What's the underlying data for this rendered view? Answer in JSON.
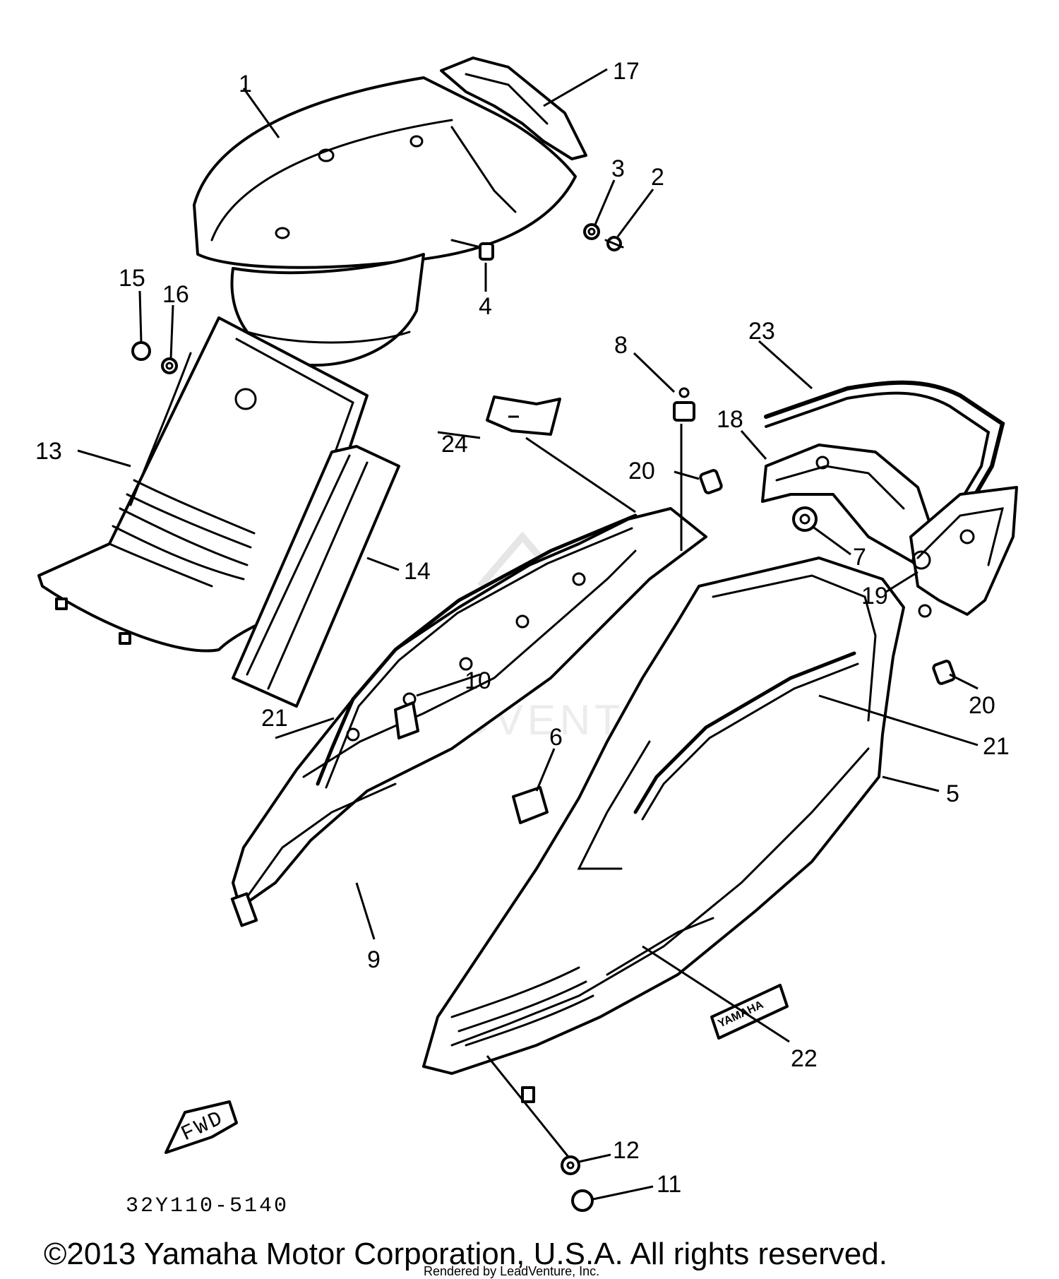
{
  "callouts": {
    "c1": "1",
    "c2": "2",
    "c3": "3",
    "c4": "4",
    "c5": "5",
    "c6": "6",
    "c7": "7",
    "c8": "8",
    "c9": "9",
    "c10": "10",
    "c11": "11",
    "c12": "12",
    "c13": "13",
    "c14": "14",
    "c15": "15",
    "c16": "16",
    "c17": "17",
    "c18": "18",
    "c19": "19",
    "c20a": "20",
    "c20b": "20",
    "c21a": "21",
    "c21b": "21",
    "c22": "22",
    "c23": "23",
    "c24": "24"
  },
  "fwd_label": "FWD",
  "emblem_text": "YAMAHA",
  "diagram_code": "32Y110-5140",
  "watermark": "LEADVENTURE",
  "copyright": "©2013 Yamaha Motor Corporation, U.S.A. All rights reserved.",
  "credit": "Rendered by LeadVenture, Inc."
}
